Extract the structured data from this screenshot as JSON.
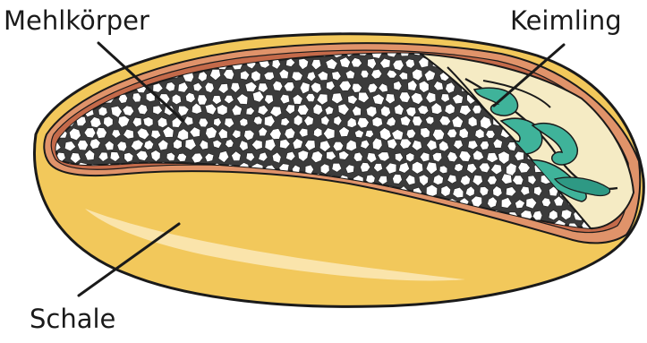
{
  "labels": {
    "endosperm": "Mehlkörper",
    "germ": "Keimling",
    "husk": "Schale"
  },
  "colors": {
    "husk_fill": "#F2C85B",
    "husk_outline": "#1a1a1a",
    "husk_highlight": "#FBE7B4",
    "bran_layer_1": "#E0936A",
    "bran_layer_2": "#C46A4A",
    "endosperm_bg": "#3b3b3b",
    "endosperm_cells": "#ffffff",
    "germ_fill": "#F5EBC4",
    "germ_accent": "#3FB39A",
    "germ_lines": "#2a2a2a"
  },
  "icon": "wheat-grain-cross-section"
}
